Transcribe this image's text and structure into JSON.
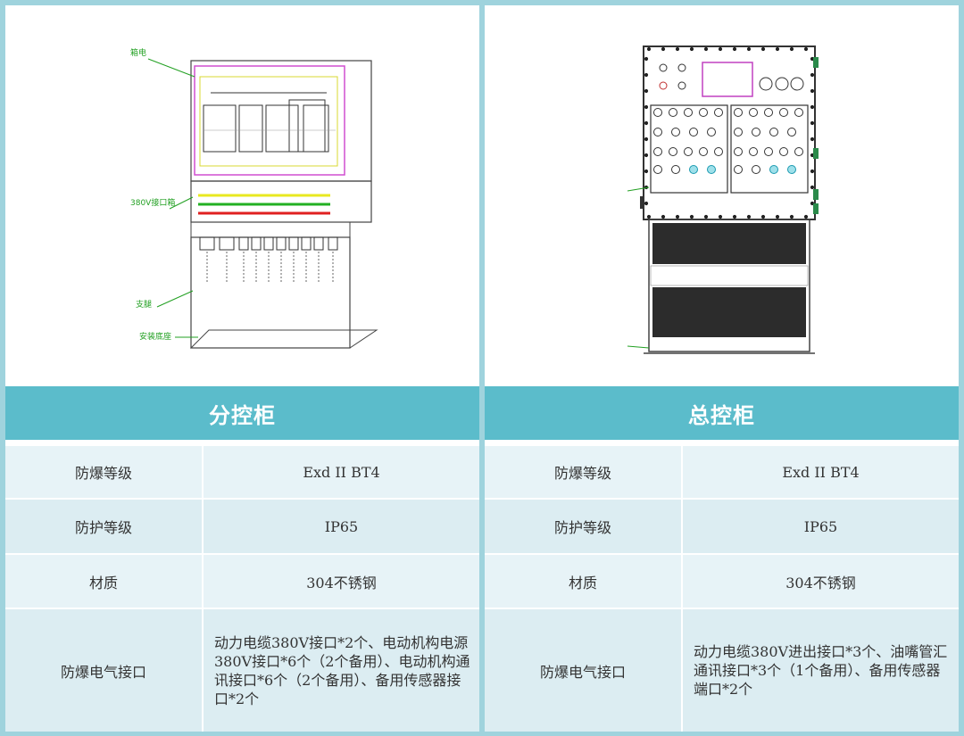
{
  "left": {
    "title": "分控柜",
    "drawing_labels": {
      "label_a": "箱电",
      "label_b": "380V接口箱",
      "label_c": "支腿",
      "label_d": "安装底座"
    },
    "specs": [
      {
        "key": "防爆等级",
        "value": "Exd II BT4"
      },
      {
        "key": "防护等级",
        "value": "IP65"
      },
      {
        "key": "材质",
        "value": "304不锈钢"
      },
      {
        "key": "防爆电气接口",
        "value": "动力电缆380V接口*2个、电动机构电源380V接口*6个（2个备用）、电动机构通讯接口*6个（2个备用）、备用传感器接口*2个"
      }
    ]
  },
  "right": {
    "title": "总控柜",
    "specs": [
      {
        "key": "防爆等级",
        "value": "Exd II BT4"
      },
      {
        "key": "防护等级",
        "value": "IP65"
      },
      {
        "key": "材质",
        "value": "304不锈钢"
      },
      {
        "key": "防爆电气接口",
        "value": "动力电缆380V进出接口*3个、油嘴管汇通讯接口*3个（1个备用）、备用传感器端口*2个"
      }
    ]
  }
}
